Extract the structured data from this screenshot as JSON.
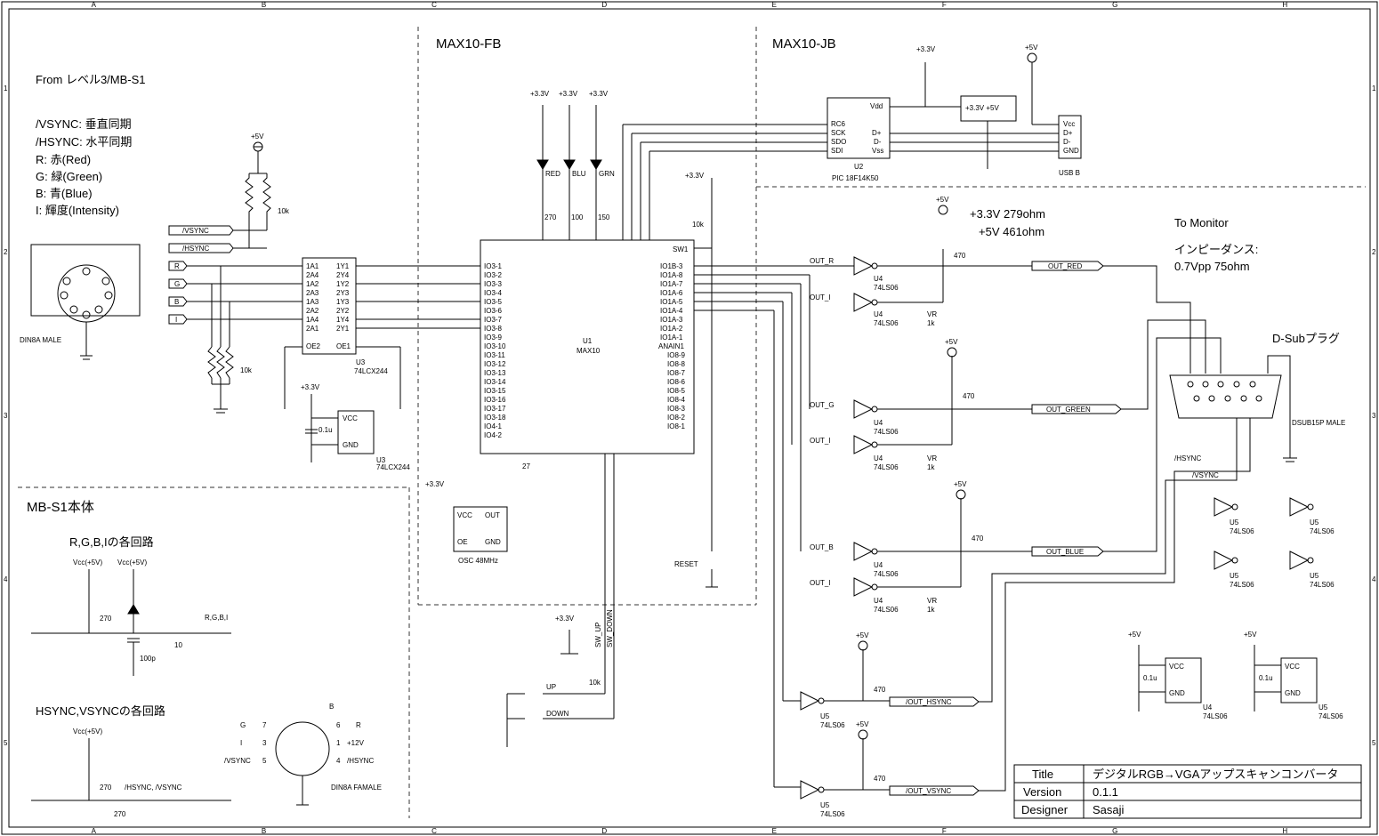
{
  "border": {
    "cols": [
      "A",
      "B",
      "C",
      "D",
      "E",
      "F",
      "G",
      "H"
    ],
    "rows": [
      "1",
      "2",
      "3",
      "4",
      "5"
    ]
  },
  "sections": {
    "fpga_board": "MAX10-FB",
    "jtag_board": "MAX10-JB",
    "mb_s1_body": "MB-S1本体"
  },
  "notes": {
    "from": "From レベル3/MB-S1",
    "vsync": "/VSYNC: 垂直同期",
    "hsync": "/HSYNC: 水平同期",
    "r": "R: 赤(Red)",
    "g": "G: 緑(Green)",
    "b": "B: 青(Blue)",
    "i": "I: 輝度(Intensity)",
    "res1": "+3.3V 279ohm",
    "res2": "+5V 461ohm",
    "monitor": "To Monitor",
    "impedance": "インピーダンス:",
    "vpp": "0.7Vpp 75ohm",
    "dsub": "D-Subプラグ",
    "rgbi_circuit": "R,G,B,Iの各回路",
    "sync_circuit": "HSYNC,VSYNCの各回路"
  },
  "parts": {
    "din8a_male": "DIN8A MALE",
    "din8a_female": "DIN8A FAMALE",
    "dsub15p": "DSUB15P MALE",
    "u3": "U3",
    "u3_part": "74LCX244",
    "u1": "U1",
    "u1_part": "MAX10",
    "u2": "U2",
    "u2_part": "PIC 18F14K50",
    "usb": "USB B",
    "osc": "OSC 48MHz",
    "reset": "RESET",
    "up": "UP",
    "down": "DOWN",
    "r10k": "10k",
    "r470": "470",
    "r270": "270",
    "r100": "100",
    "r150": "150",
    "r27": "27",
    "r10": "10",
    "c01u": "0.1u",
    "c100p": "100p",
    "vr": "VR",
    "vr1k": "1k",
    "v33": "+3.3V",
    "v5": "+5V",
    "vcc5": "Vcc(+5V)",
    "v12": "+12V",
    "led_red": "RED",
    "led_blu": "BLU",
    "led_grn": "GRN",
    "rgbi": "R,G,B,I",
    "hv_sync": "/HSYNC, /VSYNC",
    "reg": "+3.3V  +5V",
    "u4": "U4",
    "u4_part": "74LS06",
    "u5": "U5",
    "u5_part": "74LS06"
  },
  "nets": {
    "vsync": "/VSYNC",
    "hsync": "/HSYNC",
    "r": "R",
    "g": "G",
    "b": "B",
    "i": "I",
    "out_r": "OUT_R",
    "out_i": "OUT_I",
    "out_g": "OUT_G",
    "out_b": "OUT_B",
    "out_red": "OUT_RED",
    "out_green": "OUT_GREEN",
    "out_blue": "OUT_BLUE",
    "out_hsync": "/OUT_HSYNC",
    "out_vsync": "/OUT_VSYNC"
  },
  "title_block": {
    "title_label": "Title",
    "title_value": "デジタルRGB→VGAアップスキャンコンバータ",
    "version_label": "Version",
    "version_value": "0.1.1",
    "designer_label": "Designer",
    "designer_value": "Sasaji"
  }
}
